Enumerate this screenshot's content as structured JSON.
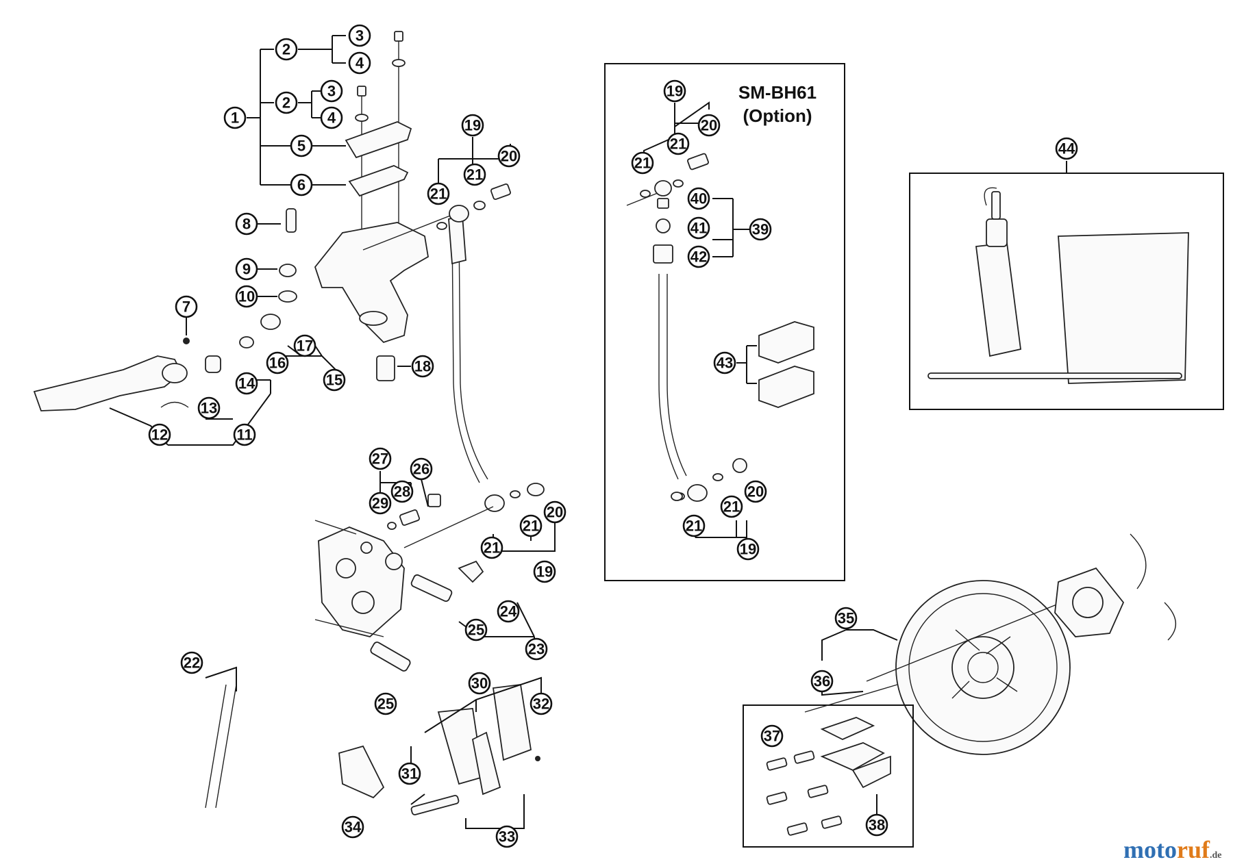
{
  "option_box": {
    "title_line1": "SM-BH61",
    "title_line2": "(Option)"
  },
  "labels": {
    "l1": "1",
    "l2a": "2",
    "l2b": "2",
    "l3a": "3",
    "l3b": "3",
    "l4a": "4",
    "l4b": "4",
    "l5": "5",
    "l6": "6",
    "l7": "7",
    "l8": "8",
    "l9": "9",
    "l10": "10",
    "l11": "11",
    "l12": "12",
    "l13": "13",
    "l14": "14",
    "l15": "15",
    "l16": "16",
    "l17": "17",
    "l18": "18",
    "l19a": "19",
    "l20a": "20",
    "l21a": "21",
    "l21b": "21",
    "l19b": "19",
    "l20b": "20",
    "l21c": "21",
    "l21d": "21",
    "l19c": "19",
    "l20c": "20",
    "l21e": "21",
    "l21f": "21",
    "l19d": "19",
    "l20d": "20",
    "l21g": "21",
    "l21h": "21",
    "l22": "22",
    "l23": "23",
    "l24": "24",
    "l25a": "25",
    "l25b": "25",
    "l26": "26",
    "l27": "27",
    "l28": "28",
    "l29": "29",
    "l30": "30",
    "l31": "31",
    "l32": "32",
    "l33": "33",
    "l34": "34",
    "l35": "35",
    "l36": "36",
    "l37": "37",
    "l38": "38",
    "l39": "39",
    "l40": "40",
    "l41": "41",
    "l42": "42",
    "l43": "43",
    "l44": "44"
  },
  "watermark": {
    "part1": "moto",
    "part2": "ruf",
    "suffix": ".de"
  },
  "colors": {
    "line": "#111111",
    "watermark_blue": "#2f6fb3",
    "watermark_orange": "#e07b1a"
  }
}
